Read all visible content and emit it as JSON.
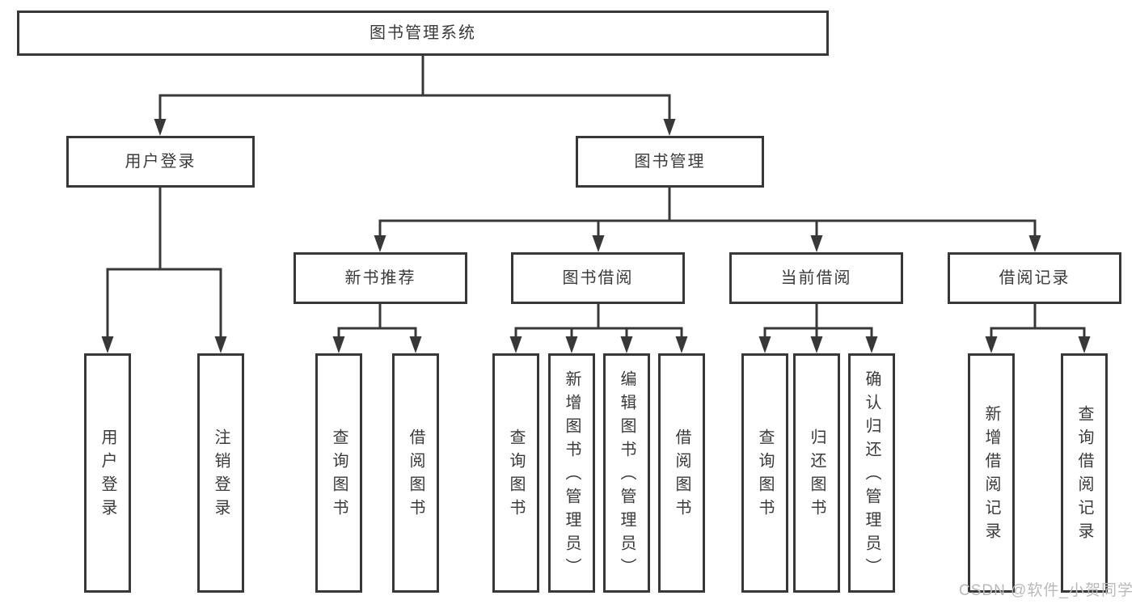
{
  "diagram": {
    "watermark": "CSDN @软件_小贺同学",
    "colors": {
      "line": "#383838",
      "box_border": "#383838",
      "text": "#3a3a3a",
      "background": "#ffffff",
      "watermark": "#b9b9b9"
    },
    "tree": {
      "label": "图书管理系统",
      "children": [
        {
          "label": "用户登录",
          "children": [
            {
              "label": "用户登录"
            },
            {
              "label": "注销登录"
            }
          ]
        },
        {
          "label": "图书管理",
          "children": [
            {
              "label": "新书推荐",
              "children": [
                {
                  "label": "查询图书"
                },
                {
                  "label": "借阅图书"
                }
              ]
            },
            {
              "label": "图书借阅",
              "children": [
                {
                  "label": "查询图书"
                },
                {
                  "label": "新增图书（管理员）"
                },
                {
                  "label": "编辑图书（管理员）"
                },
                {
                  "label": "借阅图书"
                }
              ]
            },
            {
              "label": "当前借阅",
              "children": [
                {
                  "label": "查询图书"
                },
                {
                  "label": "归还图书"
                },
                {
                  "label": "确认归还（管理员）"
                }
              ]
            },
            {
              "label": "借阅记录",
              "children": [
                {
                  "label": "新增借阅记录"
                },
                {
                  "label": "查询借阅记录"
                }
              ]
            }
          ]
        }
      ]
    }
  }
}
